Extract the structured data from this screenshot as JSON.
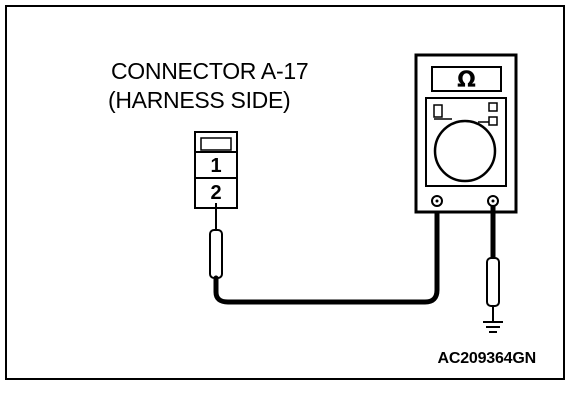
{
  "connector": {
    "title_line1": "CONNECTOR A-17",
    "title_line2": "(HARNESS SIDE)",
    "pins": [
      "1",
      "2"
    ]
  },
  "meter": {
    "display_symbol": "Ω"
  },
  "figure_code": "AC209364GN"
}
